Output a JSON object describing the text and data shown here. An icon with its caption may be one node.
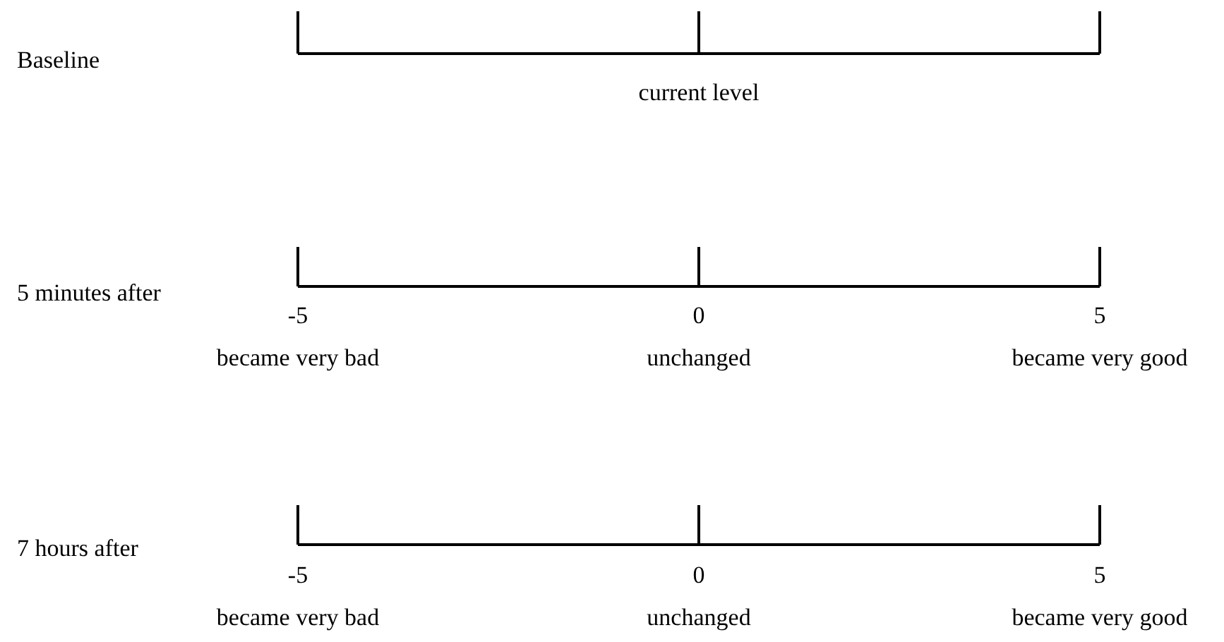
{
  "diagram": {
    "labels": [
      "Baseline",
      "current level",
      "5 minutes after",
      "-5",
      "0",
      "5",
      "became very bad",
      "unchanged",
      "became very good",
      "7 hours after",
      "-5",
      "0",
      "5",
      "became very bad",
      "unchanged",
      "became very good"
    ]
  }
}
